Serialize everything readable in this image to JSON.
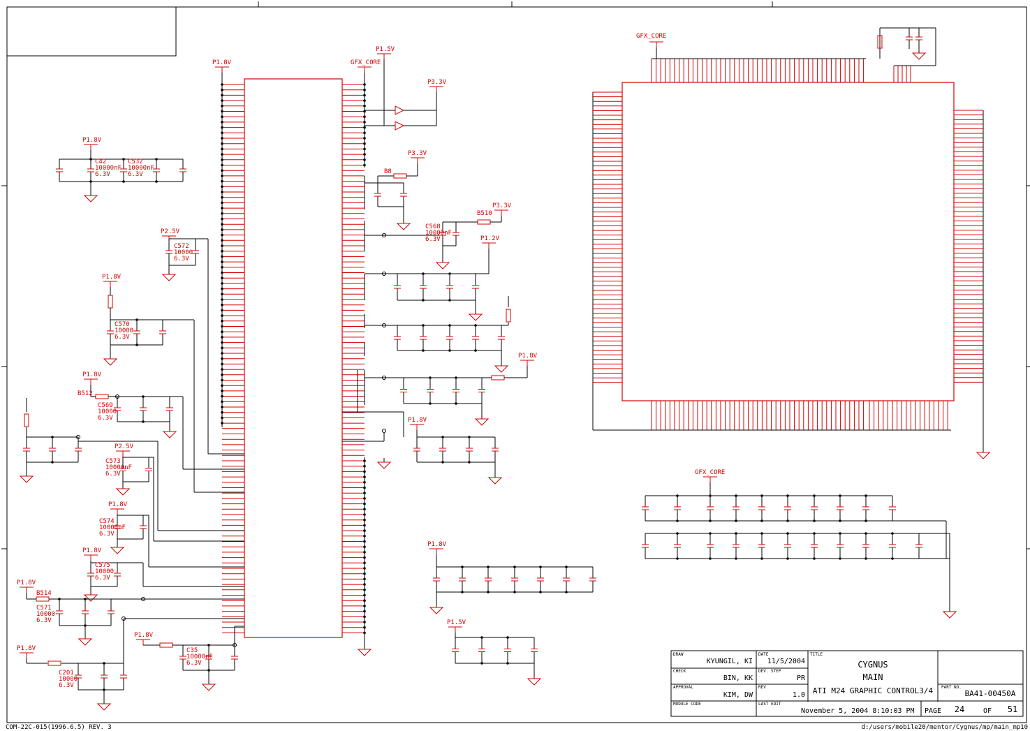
{
  "colors": {
    "wire": "#000000",
    "component": "#d40000",
    "label": "#d40000",
    "frame": "#000000"
  },
  "title_block": {
    "draw_label": "DRAW",
    "draw_value": "KYUNGIL, KI",
    "date_label": "DATE",
    "date_value": "11/5/2004",
    "title_label": "TITLE",
    "title_line1": "CYGNUS",
    "title_line2": "MAIN",
    "title_line3": "ATI M24 GRAPHIC CONTROL3/4",
    "check_label": "CHECK",
    "check_value": "BIN, KK",
    "devstep_label": "DEV. STEP",
    "devstep_value": "PR",
    "approval_label": "APPROVAL",
    "approval_value": "KIM, DW",
    "rev_label": "REV",
    "rev_value": "1.0",
    "partno_label": "PART NO.",
    "partno_value": "BA41-00450A",
    "module_label": "MODULE CODE",
    "lastedit_label": "LAST EDIT",
    "lastedit_value": "November 5, 2004  8:10:03 PM",
    "page_label": "PAGE",
    "page_value": "24",
    "of_label": "OF",
    "total_value": "51"
  },
  "footer": {
    "left": "COM-22C-015(1996.6.5) REV. 3",
    "right": "d:/users/mobile20/mentor/Cygnus/mp/main_mp10"
  },
  "nets": {
    "p18_a": "P1.8V",
    "gfx_a": "GFX_CORE",
    "p15_a": "P1.5V",
    "p33_a": "P3.3V",
    "p18_b": "P1.8V",
    "p33_b": "P3.3V",
    "p33_c": "P3.3V",
    "p25_a": "P2.5V",
    "p12_a": "P1.2V",
    "p18_c": "P1.8V",
    "p18_d": "P1.8V",
    "p18_e": "P1.8V",
    "p18_f": "P1.8V",
    "p25_b": "P2.5V",
    "p18_g": "P1.8V",
    "p18_h": "P1.8V",
    "p18_i": "P1.8V",
    "p18_j": "P1.8V",
    "p18_k": "P1.8V",
    "p18_l": "P1.8V",
    "p15_b": "P1.5V",
    "gfx_b": "GFX_CORE",
    "gfx_c": "GFX_CORE"
  },
  "parts": {
    "c42": "C42",
    "c42_val": "10000nF",
    "c42_v": "6.3V",
    "c532": "C532",
    "c532_val": "10000nF",
    "c532_v": "6.3V",
    "c572": "C572",
    "c572_val": "10000",
    "c572_v": "6.3V",
    "c570": "C570",
    "c570_val": "10000",
    "c570_v": "6.3V",
    "b512": "B512",
    "c569": "C569",
    "c569_val": "10000",
    "c569_v": "6.3V",
    "c573": "C573",
    "c573_val": "10000nF",
    "c573_v": "6.3V",
    "c574": "C574",
    "c574_val": "10000nF",
    "c574_v": "6.3V",
    "c575": "C575",
    "c575_val": "10000",
    "c575_v": "6.3V",
    "b514": "B514",
    "c571": "C571",
    "c571_val": "10000",
    "c571_v": "6.3V",
    "c201": "C201",
    "c201_val": "10000",
    "c201_v": "6.3V",
    "c35": "C35",
    "c35_val": "10000nF",
    "c35_v": "6.3V",
    "b8": "B8",
    "c568": "C568",
    "c568_val": "10000nF",
    "c568_v": "6.3V",
    "b510": "B510"
  }
}
